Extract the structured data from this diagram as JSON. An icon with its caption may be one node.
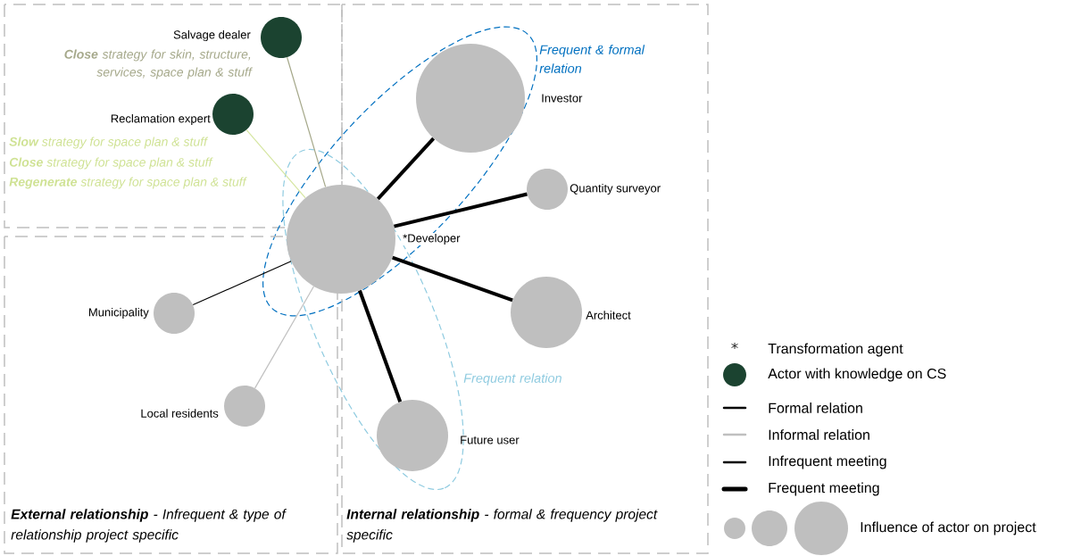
{
  "diagram": {
    "nodes": [
      {
        "text": [
          "Salvage dealer"
        ],
        "beside": [
          "**Close** strategy for skin, structure, services, space plan & stuff"
        ]
      },
      {
        "text": [
          "Reclamation expert"
        ],
        "beside": [
          "**Slow** strategy for space plan & stuff",
          "**Close** strategy for space plan & stuff",
          "**Regenerate** strategy for space plan & stuff"
        ]
      },
      {
        "text": [
          "Investor"
        ]
      },
      {
        "text": [
          "Quantity surveyor"
        ]
      },
      {
        "text": [
          "*Developer"
        ]
      },
      {
        "text": [
          "Architect"
        ]
      },
      {
        "text": [
          "Municipality"
        ]
      },
      {
        "text": [
          "Local residents"
        ]
      },
      {
        "text": [
          "Future user"
        ]
      }
    ],
    "edges": [
      {
        "from": 4,
        "to": 0,
        "arrow": "none",
        "color": "#a5a88a"
      },
      {
        "from": 4,
        "to": 1,
        "arrow": "none",
        "color": "#d5e6a0"
      },
      {
        "from": 4,
        "to": 2,
        "arrow": "none",
        "style": "thick"
      },
      {
        "from": 4,
        "to": 3,
        "arrow": "none",
        "style": "thick"
      },
      {
        "from": 4,
        "to": 5,
        "arrow": "none",
        "style": "thick"
      },
      {
        "from": 4,
        "to": 6,
        "arrow": "none"
      },
      {
        "from": 4,
        "to": 7,
        "arrow": "none",
        "color": "#c0c0c0"
      },
      {
        "from": 4,
        "to": 8,
        "arrow": "none",
        "style": "thick"
      }
    ],
    "labels": [
      "Frequent & formal relation",
      "Frequent relation",
      "**External relationship** - Infrequent & type of relationship project specific",
      "**Internal relationship** - formal & frequency project specific"
    ],
    "legend": [
      {
        "text": "Transformation agent"
      },
      {
        "text": "Actor with knowledge on CS",
        "color": "#1b4330"
      },
      {
        "text": "Formal relation"
      },
      {
        "text": "Informal relation"
      },
      {
        "text": "Infrequent meeting"
      },
      {
        "text": "Frequent meeting"
      },
      {
        "text": "Influence of actor on project"
      }
    ]
  }
}
